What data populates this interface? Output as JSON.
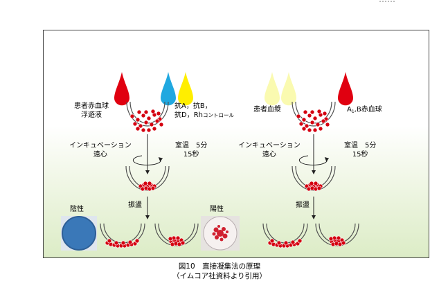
{
  "caption": {
    "title": "図10　直接凝集法の原理",
    "source": "（イムコア社資料より引用）"
  },
  "left_panel": {
    "sample_label_1": "患者赤血球",
    "sample_label_2": "浮遊液",
    "reagent_line_1": "抗A，抗B，",
    "reagent_line_2_prefix": "抗D，Rh",
    "reagent_line_2_suffix": "コントロール",
    "process_1": "インキュベーション",
    "process_2": "遠心",
    "condition_1": "室温　5分",
    "condition_2": "15秒",
    "shake": "振盪",
    "negative": "陰性",
    "positive": "陽性"
  },
  "right_panel": {
    "sample_label": "患者血漿",
    "reagent_prefix": "A",
    "reagent_sub": "1",
    "reagent_suffix": ",B赤血球",
    "process_1": "インキュベーション",
    "process_2": "遠心",
    "condition_1": "室温　5分",
    "condition_2": "15秒",
    "shake": "振盪"
  },
  "colors": {
    "red_drop": "#e00010",
    "blue_drop": "#20a8e0",
    "yellow_drop": "#ffee00",
    "pale_yellow_drop": "#fafab0",
    "cell_red": "#d40010",
    "negative_photo": "#3a78b8",
    "positive_photo": "#d02030"
  }
}
